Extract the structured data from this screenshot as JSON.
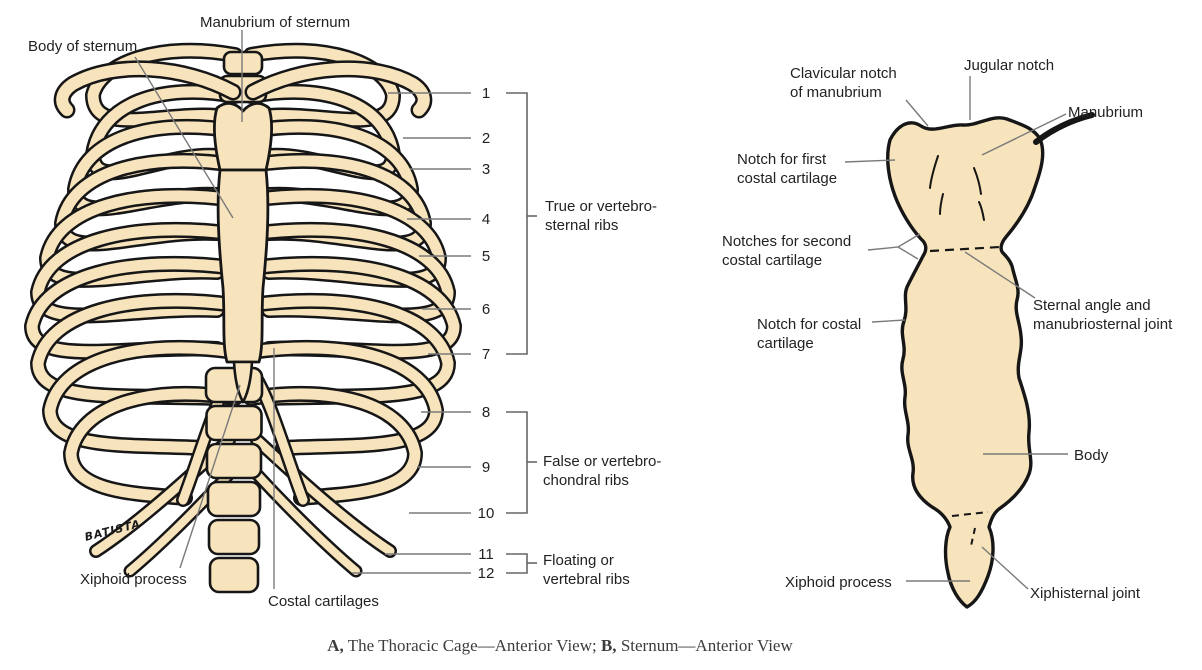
{
  "colors": {
    "bone": "#F7E3BC",
    "outline": "#161616",
    "leader": "#7a7a7a",
    "bracket": "#676767",
    "text": "#222222"
  },
  "caption": {
    "a_label": "A,",
    "a_text": " The Thoracic Cage—Anterior View; ",
    "b_label": "B,",
    "b_text": " Sternum—Anterior View"
  },
  "panelA": {
    "labels": {
      "manubrium": "Manubrium of sternum",
      "body": "Body of sternum",
      "xiphoid": "Xiphoid process",
      "costal": "Costal cartilages"
    },
    "signature": "BATISTA",
    "rib_numbers": [
      "1",
      "2",
      "3",
      "4",
      "5",
      "6",
      "7",
      "8",
      "9",
      "10",
      "11",
      "12"
    ],
    "groups": [
      {
        "line1": "True or vertebro-",
        "line2": "sternal ribs"
      },
      {
        "line1": "False or vertebro-",
        "line2": "chondral ribs"
      },
      {
        "line1": "Floating or",
        "line2": "vertebral ribs"
      }
    ]
  },
  "panelB": {
    "labels": {
      "clavicular1": "Clavicular notch",
      "clavicular2": "of manubrium",
      "jugular": "Jugular notch",
      "manubrium": "Manubrium",
      "notch_first1": "Notch for first",
      "notch_first2": "costal cartilage",
      "notches_second1": "Notches for second",
      "notches_second2": "costal cartilage",
      "sternal_angle1": "Sternal angle and",
      "sternal_angle2": "manubriosternal joint",
      "notch_costal1": "Notch for costal",
      "notch_costal2": "cartilage",
      "body": "Body",
      "xiphoid": "Xiphoid process",
      "xiphisternal": "Xiphisternal joint"
    }
  }
}
